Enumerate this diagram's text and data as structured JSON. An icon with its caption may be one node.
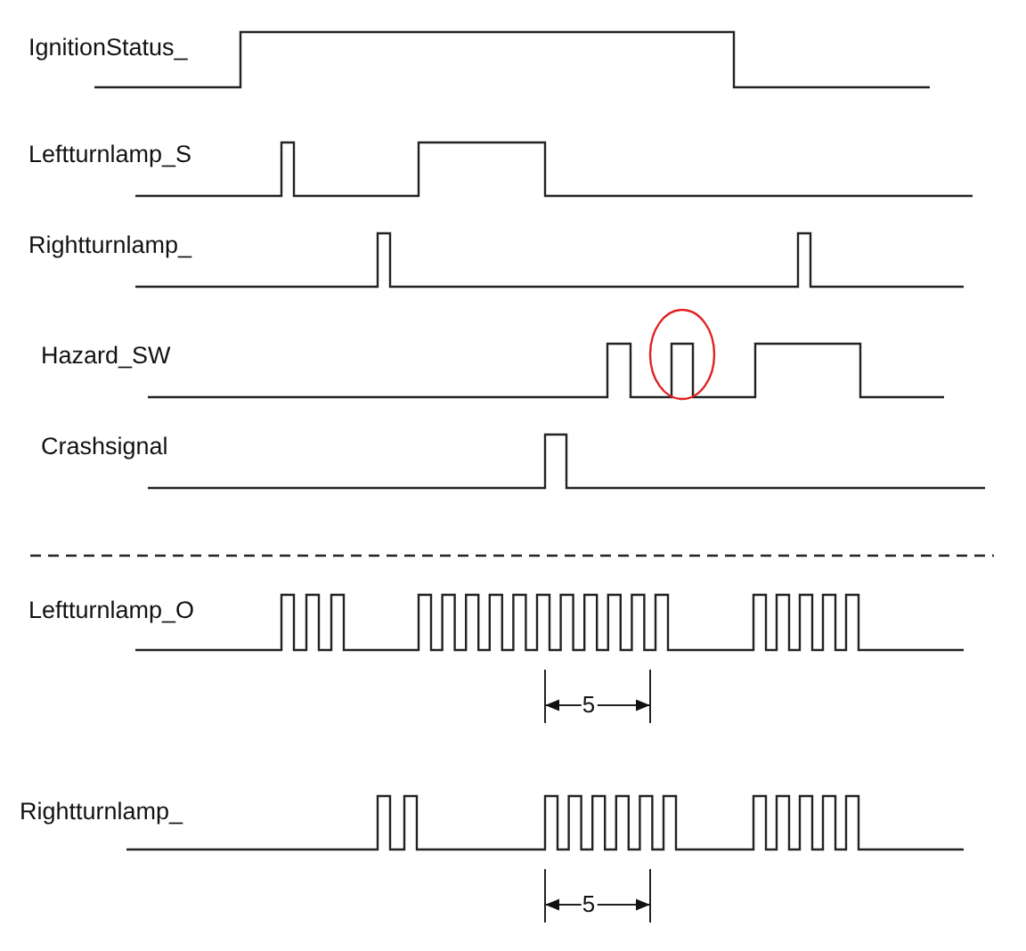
{
  "diagram": {
    "labels": [
      "IgnitionStatus_",
      "Leftturnlamp_S",
      "Rightturnlamp_",
      "Hazard_SW",
      "Crashsignal",
      "Leftturnlamp_O",
      "5",
      "Rightturnlamp_",
      "5"
    ]
  }
}
